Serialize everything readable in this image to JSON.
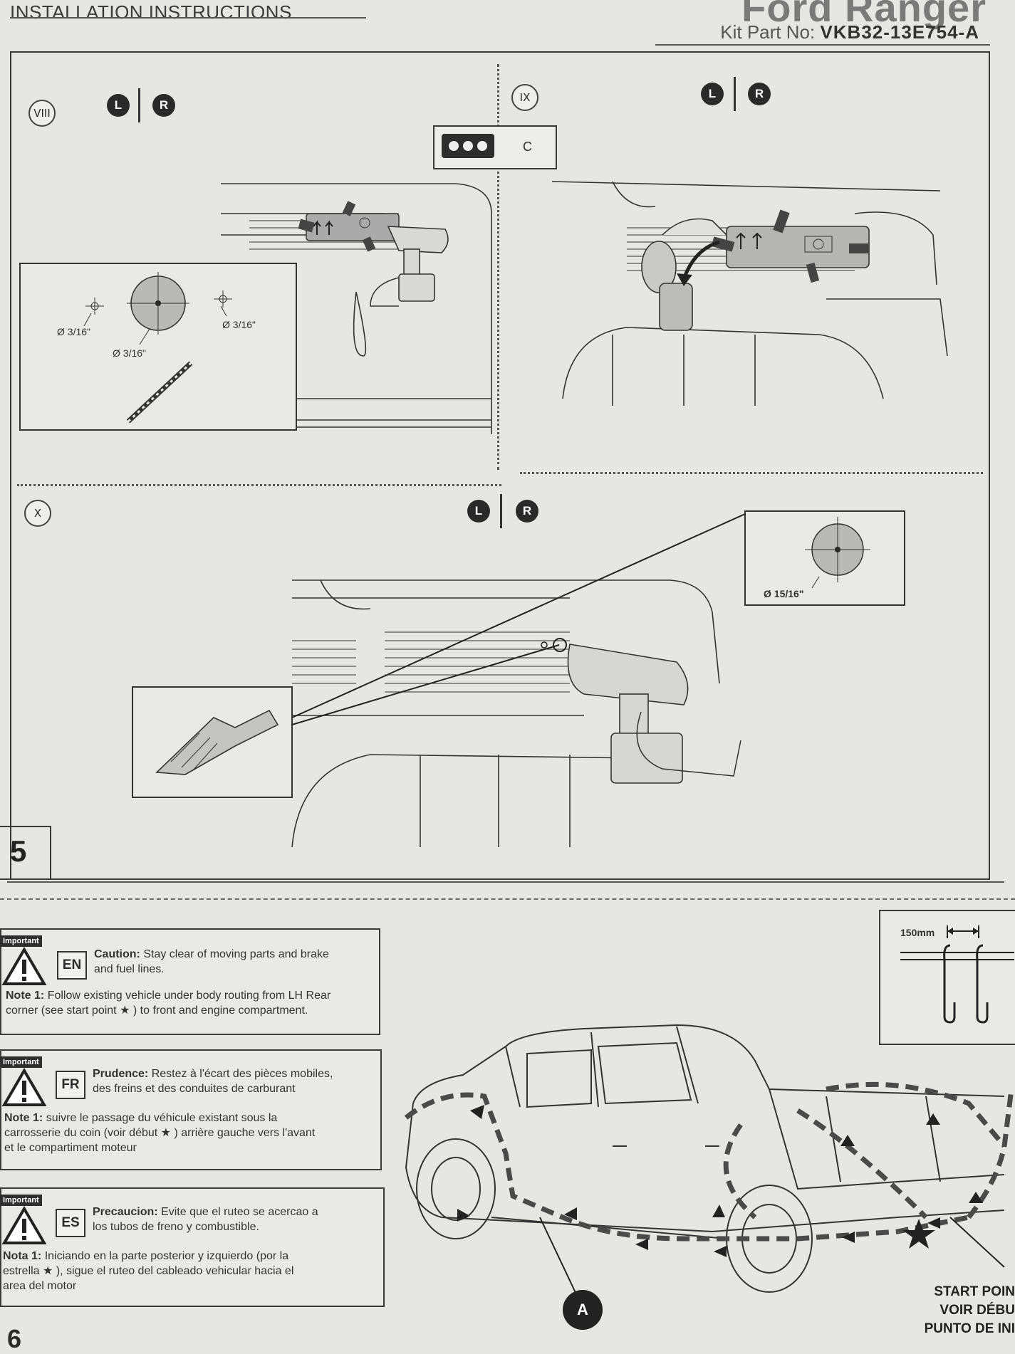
{
  "header": {
    "title": "INSTALLATION INSTRUCTIONS",
    "brand": "Ford Ranger",
    "kit_label": "Kit Part No:",
    "kit_number": "VKB32-13E754-A"
  },
  "panels": [
    {
      "label": "VIII",
      "lr": [
        "L",
        "R"
      ],
      "part": "C",
      "dims": [
        "Ø 3/16\"",
        "Ø 3/16\"",
        "Ø 3/16\""
      ]
    },
    {
      "label": "IX",
      "lr": [
        "L",
        "R"
      ]
    },
    {
      "label": "X",
      "lr": [
        "L",
        "R"
      ],
      "dims": [
        "Ø 15/16\""
      ]
    }
  ],
  "step_number": "5",
  "page_number": "6",
  "important_tag": "Important",
  "notes": [
    {
      "lang": "EN",
      "caution_label": "Caution:",
      "caution_l1": "Stay clear of moving parts and brake",
      "caution_l2": "and fuel lines.",
      "note_label": "Note 1:",
      "note_l1": "Follow existing vehicle under body routing from LH Rear",
      "note_l2a": "corner (see start point",
      "note_l2b": ") to front and engine compartment."
    },
    {
      "lang": "FR",
      "caution_label": "Prudence:",
      "caution_l1": "Restez à l'écart des pièces mobiles,",
      "caution_l2": "des freins et des conduites de carburant",
      "note_label": "Note 1:",
      "note_l1": "suivre le passage du véhicule existant sous la",
      "note_l2a": "carrosserie du coin (voir début",
      "note_l2b": ") arrière gauche vers l'avant",
      "note_l3": "et le compartiment moteur"
    },
    {
      "lang": "ES",
      "caution_label": "Precaucion:",
      "caution_l1": "Evite que el ruteo se acercao a",
      "caution_l2": "los tubos de freno y combustible.",
      "note_label": "Nota 1:",
      "note_l1": "Iniciando en la parte posterior y izquierdo (por la",
      "note_l2a": "estrella",
      "note_l2b": "), sigue el ruteo del cableado vehicular hacia el",
      "note_l3": "area del motor"
    }
  ],
  "routing": {
    "clip_spacing": "150mm",
    "callout": "A",
    "start_lines": [
      "START POIN",
      "VOIR DÉBU",
      "PUNTO DE INI"
    ]
  }
}
